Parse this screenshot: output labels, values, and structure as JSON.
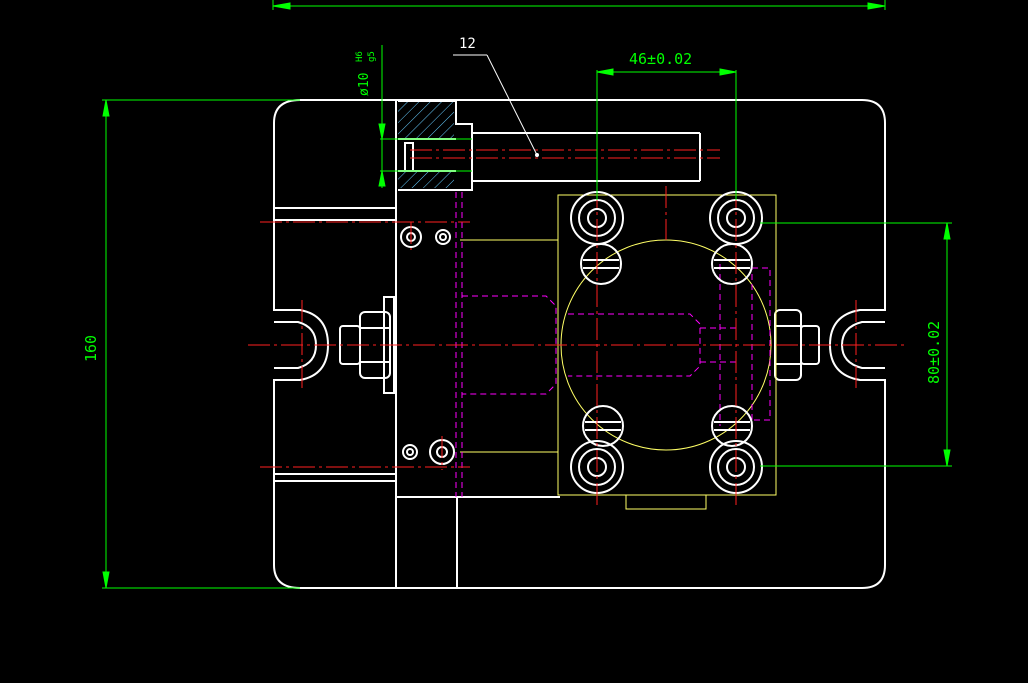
{
  "drawing": {
    "background": "#000000",
    "colors": {
      "outline": "#ffffff",
      "dimension": "#00ff00",
      "centerline": "#ff0000",
      "hidden": "#ff00ff",
      "auxiliary": "#ffff66",
      "leader": "#ffffff"
    },
    "dimensions": {
      "height_label": "160",
      "hole_spacing_horizontal": "46±0.02",
      "hole_spacing_vertical": "80±0.02",
      "diameter_label": "ø10",
      "fit_upper": "H6",
      "fit_lower": "g5"
    },
    "callouts": {
      "part_number": "12"
    }
  }
}
